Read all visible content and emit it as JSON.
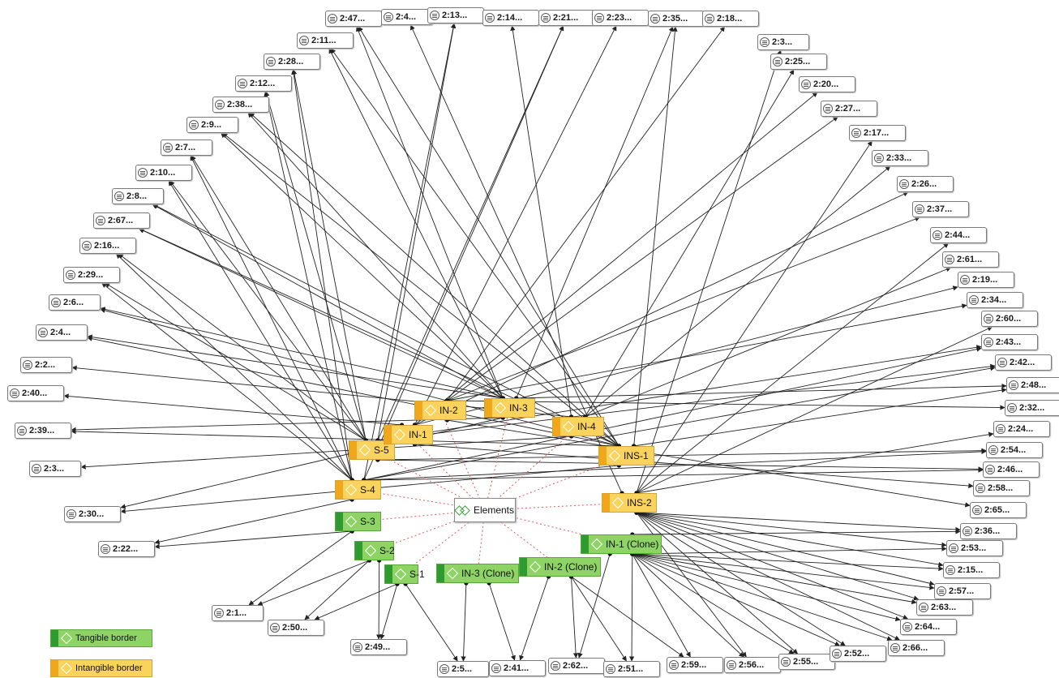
{
  "hub": {
    "label": "Elements"
  },
  "codes": [
    {
      "id": "S-1",
      "label": "S-1",
      "type": "tangible"
    },
    {
      "id": "S-2",
      "label": "S-2",
      "type": "tangible"
    },
    {
      "id": "S-3",
      "label": "S-3",
      "type": "tangible"
    },
    {
      "id": "IN-3C",
      "label": "IN-3 (Clone)",
      "type": "tangible"
    },
    {
      "id": "IN-2C",
      "label": "IN-2 (Clone)",
      "type": "tangible"
    },
    {
      "id": "IN-1C",
      "label": "IN-1 (Clone)",
      "type": "tangible"
    },
    {
      "id": "S-4",
      "label": "S-4",
      "type": "intangible"
    },
    {
      "id": "S-5",
      "label": "S-5",
      "type": "intangible"
    },
    {
      "id": "IN-1",
      "label": "IN-1",
      "type": "intangible"
    },
    {
      "id": "IN-2",
      "label": "IN-2",
      "type": "intangible"
    },
    {
      "id": "IN-3",
      "label": "IN-3",
      "type": "intangible"
    },
    {
      "id": "IN-4",
      "label": "IN-4",
      "type": "intangible"
    },
    {
      "id": "INS-1",
      "label": "INS-1",
      "type": "intangible"
    },
    {
      "id": "INS-2",
      "label": "INS-2",
      "type": "intangible"
    }
  ],
  "quotations": [
    "2:47...",
    "2:4...",
    "2:13...",
    "2:14...",
    "2:21...",
    "2:23...",
    "2:35...",
    "2:18...",
    "2:11...",
    "2:3...",
    "2:28...",
    "2:25...",
    "2:12...",
    "2:20...",
    "2:38...",
    "2:27...",
    "2:9...",
    "2:17...",
    "2:7...",
    "2:33...",
    "2:10...",
    "2:26...",
    "2:8...",
    "2:37...",
    "2:67...",
    "2:44...",
    "2:16...",
    "2:61...",
    "2:29...",
    "2:19...",
    "2:6...",
    "2:34...",
    "2:4...",
    "2:60...",
    "2:43...",
    "2:2...",
    "2:42...",
    "2:40...",
    "2:48...",
    "2:32...",
    "2:39...",
    "2:24...",
    "2:54...",
    "2:3...",
    "2:46...",
    "2:58...",
    "2:30...",
    "2:65...",
    "2:36...",
    "2:22...",
    "2:53...",
    "2:15...",
    "2:57...",
    "2:1...",
    "2:63...",
    "2:50...",
    "2:64...",
    "2:49...",
    "2:66...",
    "2:5...",
    "2:41...",
    "2:62...",
    "2:51...",
    "2:59...",
    "2:56...",
    "2:55...",
    "2:52..."
  ],
  "legend": {
    "tangible_label": "Tangible border",
    "intangible_label": "Intangible border"
  },
  "colors": {
    "tangible_fill": "#8ed464",
    "tangible_strip": "#2f9a2f",
    "intangible_fill": "#fad35c",
    "intangible_strip": "#f0a71b",
    "hub_link": "#e05a5a",
    "edge": "#222222"
  },
  "icons": {
    "quotation": "quotation-icon",
    "code": "diamond-icon",
    "hub": "network-diamond-icon"
  }
}
